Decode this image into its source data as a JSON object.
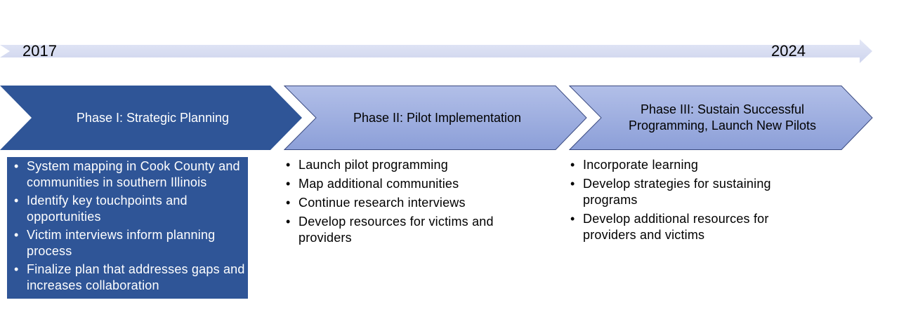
{
  "timeline": {
    "start_year": "2017",
    "end_year": "2024",
    "arrow_color": "#d6dbf0"
  },
  "colors": {
    "phase1_fill": "#2f5597",
    "phase_light_top": "#a9b7e4",
    "phase_light_bottom": "#8ea0d8",
    "chevron_border": "#2f3f78"
  },
  "phases": [
    {
      "title": "Phase I: Strategic Planning",
      "bullets": [
        "System mapping in Cook County and communities in southern Illinois",
        "Identify key touchpoints and opportunities",
        "Victim interviews inform planning process",
        "Finalize plan that addresses gaps and increases collaboration"
      ]
    },
    {
      "title": "Phase II: Pilot Implementation",
      "bullets": [
        "Launch pilot programming",
        "Map additional communities",
        "Continue research interviews",
        "Develop resources for victims and providers"
      ]
    },
    {
      "title_line1": "Phase III: Sustain Successful",
      "title_line2": "Programming, Launch New Pilots",
      "bullets": [
        "Incorporate learning",
        "Develop strategies for sustaining programs",
        "Develop additional resources for providers and victims"
      ]
    }
  ]
}
